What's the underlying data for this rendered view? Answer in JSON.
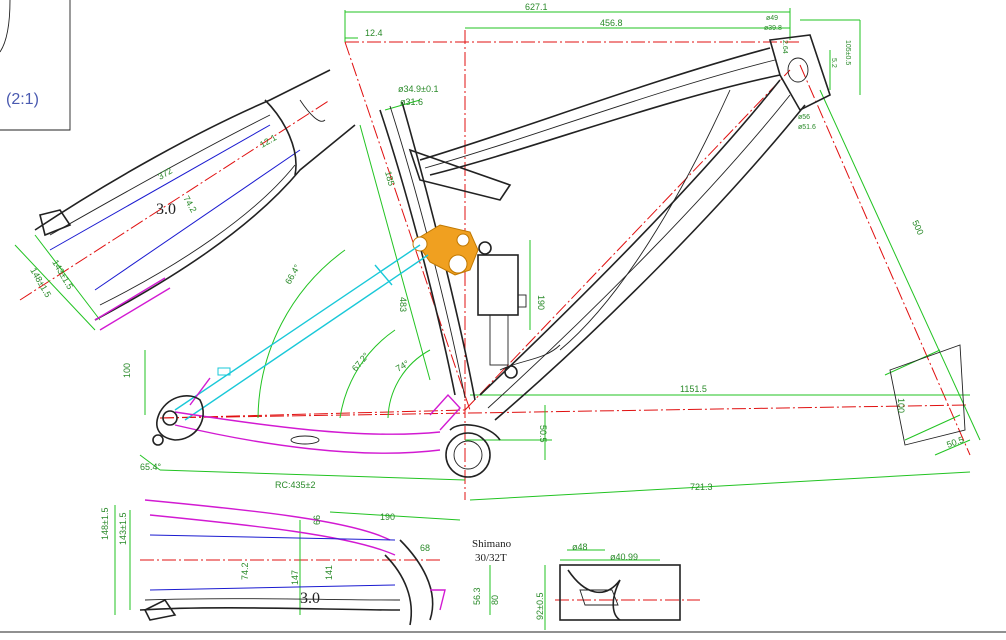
{
  "scale_label": "(2:1)",
  "thickness_top": "3.0",
  "thickness_bottom": "3.0",
  "crank_note_line1": "Shimano",
  "crank_note_line2": "30/32T",
  "colors": {
    "dimension": "#22c322",
    "centerline": "#e01010",
    "frame": "#222222",
    "chainstay": "#d21ad2",
    "seatstay": "#19c8d8",
    "link": "#f0a020",
    "inner": "#1a1ad0"
  },
  "dims": {
    "top_overall": "627.1",
    "reach_top": "456.8",
    "offset": "12.4",
    "ht_top_d": "ø49",
    "ht_top_d2": "ø39.8",
    "ht_len": "105±0.5",
    "ht_a": "2.64",
    "ht_b": "5.2",
    "ht_bot_d": "ø56",
    "ht_bot_d2": "ø51.6",
    "st_d": "ø34.9±0.1",
    "st_d2": "ø31.6",
    "st_len": "185",
    "seat_angle": "66.4°",
    "st_height": "483",
    "angle_a": "67.2°",
    "angle_b": "74°",
    "shock_len": "190",
    "wheelbase": "1151.5",
    "stack": "721.3",
    "bb_drop": "50.5",
    "down_len": "500",
    "front_100": "100",
    "front_50": "50.5",
    "chainstay_len": "RC:435±2",
    "dropout_100": "100",
    "dropout_angle": "65.4°",
    "ss_len": "372",
    "ss_gap": "74.2",
    "ss_a": "12.1",
    "ss_w1": "143±1.5",
    "ss_w2": "148±1.5",
    "cs_190": "190",
    "cs_68": "68",
    "cs_w1": "148±1.5",
    "cs_w2": "143±1.5",
    "cs_74": "74.2",
    "cs_147": "147",
    "cs_141": "141",
    "cs_80": "80",
    "cs_56": "56.3",
    "cs_66": "66",
    "bb_d": "ø48",
    "bb_d2": "ø40.99",
    "bb_len": "92±0.5",
    "shell_w": "92"
  }
}
